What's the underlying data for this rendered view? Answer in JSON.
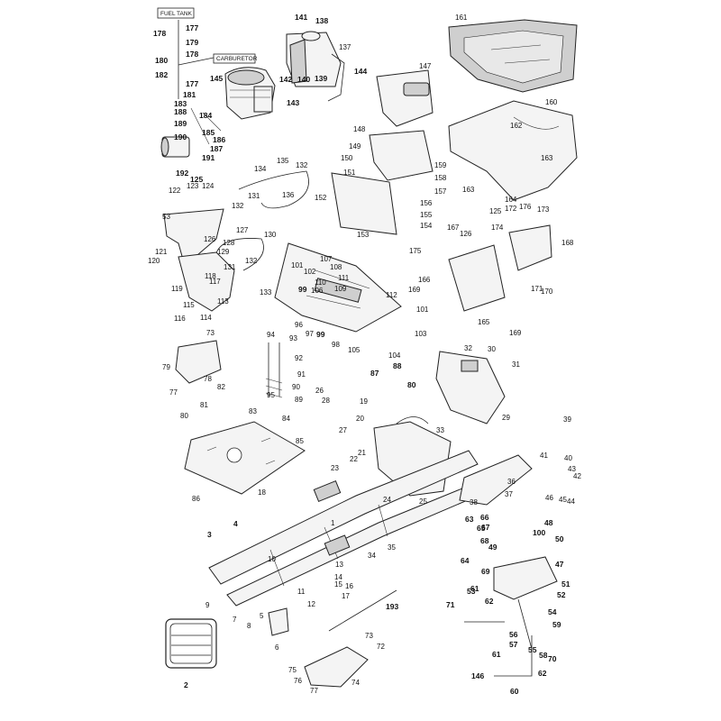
{
  "boxes": {
    "fuel_tank": "FUEL TANK",
    "carburetor": "CARBURETOR"
  },
  "labels": [
    {
      "t": "177",
      "b": 1
    },
    {
      "t": "178",
      "b": 1
    },
    {
      "t": "179",
      "b": 1
    },
    {
      "t": "178",
      "b": 1
    },
    {
      "t": "180",
      "b": 1
    },
    {
      "t": "182",
      "b": 1
    },
    {
      "t": "177",
      "b": 1
    },
    {
      "t": "181",
      "b": 1
    },
    {
      "t": "145",
      "b": 1
    },
    {
      "t": "183",
      "b": 1
    },
    {
      "t": "188",
      "b": 1
    },
    {
      "t": "184",
      "b": 1
    },
    {
      "t": "189",
      "b": 1
    },
    {
      "t": "185",
      "b": 1
    },
    {
      "t": "190",
      "b": 1
    },
    {
      "t": "186",
      "b": 1
    },
    {
      "t": "187",
      "b": 1
    },
    {
      "t": "191",
      "b": 1
    },
    {
      "t": "192",
      "b": 1
    },
    {
      "t": "125",
      "b": 1
    },
    {
      "t": "141",
      "b": 1
    },
    {
      "t": "138",
      "b": 1
    },
    {
      "t": "137",
      "b": 0
    },
    {
      "t": "144",
      "b": 1
    },
    {
      "t": "142",
      "b": 1
    },
    {
      "t": "140",
      "b": 1
    },
    {
      "t": "139",
      "b": 1
    },
    {
      "t": "143",
      "b": 1
    },
    {
      "t": "161",
      "b": 0
    },
    {
      "t": "147",
      "b": 0
    },
    {
      "t": "160",
      "b": 0
    },
    {
      "t": "163",
      "b": 0
    },
    {
      "t": "162",
      "b": 0
    },
    {
      "t": "148",
      "b": 0
    },
    {
      "t": "149",
      "b": 0
    },
    {
      "t": "150",
      "b": 0
    },
    {
      "t": "159",
      "b": 0
    },
    {
      "t": "158",
      "b": 0
    },
    {
      "t": "151",
      "b": 0
    },
    {
      "t": "157",
      "b": 0
    },
    {
      "t": "152",
      "b": 0
    },
    {
      "t": "156",
      "b": 0
    },
    {
      "t": "155",
      "b": 0
    },
    {
      "t": "154",
      "b": 0
    },
    {
      "t": "153",
      "b": 0
    },
    {
      "t": "164",
      "b": 0
    },
    {
      "t": "163",
      "b": 0
    },
    {
      "t": "134",
      "b": 0
    },
    {
      "t": "135",
      "b": 0
    },
    {
      "t": "132",
      "b": 0
    },
    {
      "t": "131",
      "b": 0
    },
    {
      "t": "136",
      "b": 0
    },
    {
      "t": "132",
      "b": 0
    },
    {
      "t": "122",
      "b": 0
    },
    {
      "t": "123",
      "b": 0
    },
    {
      "t": "124",
      "b": 0
    },
    {
      "t": "53",
      "b": 0
    },
    {
      "t": "127",
      "b": 0
    },
    {
      "t": "126",
      "b": 0
    },
    {
      "t": "128",
      "b": 0
    },
    {
      "t": "129",
      "b": 0
    },
    {
      "t": "130",
      "b": 0
    },
    {
      "t": "121",
      "b": 0
    },
    {
      "t": "132",
      "b": 0
    },
    {
      "t": "120",
      "b": 0
    },
    {
      "t": "131",
      "b": 0
    },
    {
      "t": "118",
      "b": 0
    },
    {
      "t": "117",
      "b": 0
    },
    {
      "t": "133",
      "b": 0
    },
    {
      "t": "119",
      "b": 0
    },
    {
      "t": "115",
      "b": 0
    },
    {
      "t": "113",
      "b": 0
    },
    {
      "t": "116",
      "b": 0
    },
    {
      "t": "114",
      "b": 0
    },
    {
      "t": "101",
      "b": 0
    },
    {
      "t": "102",
      "b": 0
    },
    {
      "t": "107",
      "b": 0
    },
    {
      "t": "108",
      "b": 0
    },
    {
      "t": "110",
      "b": 0
    },
    {
      "t": "111",
      "b": 0
    },
    {
      "t": "109",
      "b": 0
    },
    {
      "t": "99",
      "b": 1
    },
    {
      "t": "106",
      "b": 0
    },
    {
      "t": "112",
      "b": 0
    },
    {
      "t": "101",
      "b": 0
    },
    {
      "t": "96",
      "b": 0
    },
    {
      "t": "97",
      "b": 0
    },
    {
      "t": "98",
      "b": 0
    },
    {
      "t": "99",
      "b": 1
    },
    {
      "t": "105",
      "b": 0
    },
    {
      "t": "103",
      "b": 0
    },
    {
      "t": "104",
      "b": 0
    },
    {
      "t": "175",
      "b": 0
    },
    {
      "t": "167",
      "b": 0
    },
    {
      "t": "125",
      "b": 0
    },
    {
      "t": "176",
      "b": 0
    },
    {
      "t": "172",
      "b": 0
    },
    {
      "t": "173",
      "b": 0
    },
    {
      "t": "126",
      "b": 0
    },
    {
      "t": "174",
      "b": 0
    },
    {
      "t": "168",
      "b": 0
    },
    {
      "t": "166",
      "b": 0
    },
    {
      "t": "169",
      "b": 0
    },
    {
      "t": "171",
      "b": 0
    },
    {
      "t": "170",
      "b": 0
    },
    {
      "t": "165",
      "b": 0
    },
    {
      "t": "169",
      "b": 0
    },
    {
      "t": "73",
      "b": 0
    },
    {
      "t": "94",
      "b": 0
    },
    {
      "t": "93",
      "b": 0
    },
    {
      "t": "79",
      "b": 0
    },
    {
      "t": "92",
      "b": 0
    },
    {
      "t": "78",
      "b": 0
    },
    {
      "t": "91",
      "b": 0
    },
    {
      "t": "77",
      "b": 0
    },
    {
      "t": "82",
      "b": 0
    },
    {
      "t": "90",
      "b": 0
    },
    {
      "t": "95",
      "b": 0
    },
    {
      "t": "89",
      "b": 0
    },
    {
      "t": "81",
      "b": 0
    },
    {
      "t": "83",
      "b": 0
    },
    {
      "t": "80",
      "b": 0
    },
    {
      "t": "32",
      "b": 0
    },
    {
      "t": "30",
      "b": 0
    },
    {
      "t": "31",
      "b": 0
    },
    {
      "t": "87",
      "b": 1
    },
    {
      "t": "88",
      "b": 1
    },
    {
      "t": "80",
      "b": 1
    },
    {
      "t": "26",
      "b": 0
    },
    {
      "t": "28",
      "b": 0
    },
    {
      "t": "19",
      "b": 0
    },
    {
      "t": "29",
      "b": 0
    },
    {
      "t": "39",
      "b": 0
    },
    {
      "t": "84",
      "b": 0
    },
    {
      "t": "20",
      "b": 0
    },
    {
      "t": "27",
      "b": 0
    },
    {
      "t": "85",
      "b": 0
    },
    {
      "t": "33",
      "b": 0
    },
    {
      "t": "21",
      "b": 0
    },
    {
      "t": "86",
      "b": 0
    },
    {
      "t": "22",
      "b": 0
    },
    {
      "t": "23",
      "b": 0
    },
    {
      "t": "41",
      "b": 0
    },
    {
      "t": "40",
      "b": 0
    },
    {
      "t": "36",
      "b": 0
    },
    {
      "t": "43",
      "b": 0
    },
    {
      "t": "42",
      "b": 0
    },
    {
      "t": "24",
      "b": 0
    },
    {
      "t": "25",
      "b": 0
    },
    {
      "t": "37",
      "b": 0
    },
    {
      "t": "38",
      "b": 0
    },
    {
      "t": "46",
      "b": 0
    },
    {
      "t": "45",
      "b": 0
    },
    {
      "t": "44",
      "b": 0
    },
    {
      "t": "18",
      "b": 0
    },
    {
      "t": "1",
      "b": 0
    },
    {
      "t": "3",
      "b": 1
    },
    {
      "t": "4",
      "b": 1
    },
    {
      "t": "63",
      "b": 1
    },
    {
      "t": "66",
      "b": 1
    },
    {
      "t": "65",
      "b": 1
    },
    {
      "t": "67",
      "b": 1
    },
    {
      "t": "48",
      "b": 1
    },
    {
      "t": "35",
      "b": 0
    },
    {
      "t": "100",
      "b": 1
    },
    {
      "t": "50",
      "b": 1
    },
    {
      "t": "68",
      "b": 1
    },
    {
      "t": "49",
      "b": 1
    },
    {
      "t": "34",
      "b": 0
    },
    {
      "t": "10",
      "b": 0
    },
    {
      "t": "64",
      "b": 1
    },
    {
      "t": "47",
      "b": 1
    },
    {
      "t": "13",
      "b": 0
    },
    {
      "t": "69",
      "b": 1
    },
    {
      "t": "14",
      "b": 0
    },
    {
      "t": "15",
      "b": 0
    },
    {
      "t": "16",
      "b": 0
    },
    {
      "t": "53",
      "b": 1
    },
    {
      "t": "52",
      "b": 1
    },
    {
      "t": "11",
      "b": 0
    },
    {
      "t": "61",
      "b": 1
    },
    {
      "t": "62",
      "b": 1
    },
    {
      "t": "51",
      "b": 1
    },
    {
      "t": "17",
      "b": 0
    },
    {
      "t": "9",
      "b": 0
    },
    {
      "t": "12",
      "b": 0
    },
    {
      "t": "193",
      "b": 1
    },
    {
      "t": "71",
      "b": 1
    },
    {
      "t": "54",
      "b": 1
    },
    {
      "t": "7",
      "b": 0
    },
    {
      "t": "5",
      "b": 0
    },
    {
      "t": "8",
      "b": 0
    },
    {
      "t": "59",
      "b": 1
    },
    {
      "t": "56",
      "b": 1
    },
    {
      "t": "57",
      "b": 1
    },
    {
      "t": "6",
      "b": 0
    },
    {
      "t": "73",
      "b": 0
    },
    {
      "t": "72",
      "b": 0
    },
    {
      "t": "55",
      "b": 1
    },
    {
      "t": "58",
      "b": 1
    },
    {
      "t": "70",
      "b": 1
    },
    {
      "t": "61",
      "b": 1
    },
    {
      "t": "75",
      "b": 0
    },
    {
      "t": "76",
      "b": 0
    },
    {
      "t": "77",
      "b": 0
    },
    {
      "t": "74",
      "b": 0
    },
    {
      "t": "2",
      "b": 1
    },
    {
      "t": "146",
      "b": 1
    },
    {
      "t": "62",
      "b": 1
    },
    {
      "t": "60",
      "b": 1
    }
  ]
}
